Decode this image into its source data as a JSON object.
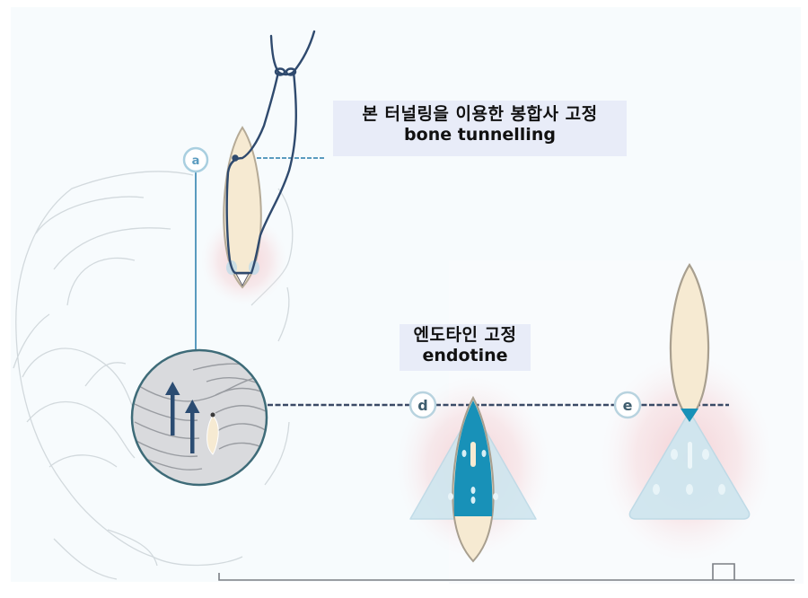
{
  "figure": {
    "labels": {
      "bone_tunnelling": {
        "korean": "본 터널링을 이용한 봉합사 고정",
        "english": "bone tunnelling"
      },
      "endotine": {
        "korean": "엔도타인 고정",
        "english": "endotine"
      }
    },
    "markers": {
      "a": "a",
      "d": "d",
      "e": "e"
    },
    "colors": {
      "suture": "#2f4a6e",
      "guide_line": "#5a9bbf",
      "dashed_line": "#3a4a66",
      "incision_fill": "#f6ead2",
      "incision_border": "#a89f8f",
      "endotine_teal": "#1891b8",
      "endotine_plate": "#cfe6ef",
      "tissue_pink": "#f5d7d9",
      "scalp_gray": "#d9dadd",
      "arrow_navy": "#2b4c72"
    }
  }
}
